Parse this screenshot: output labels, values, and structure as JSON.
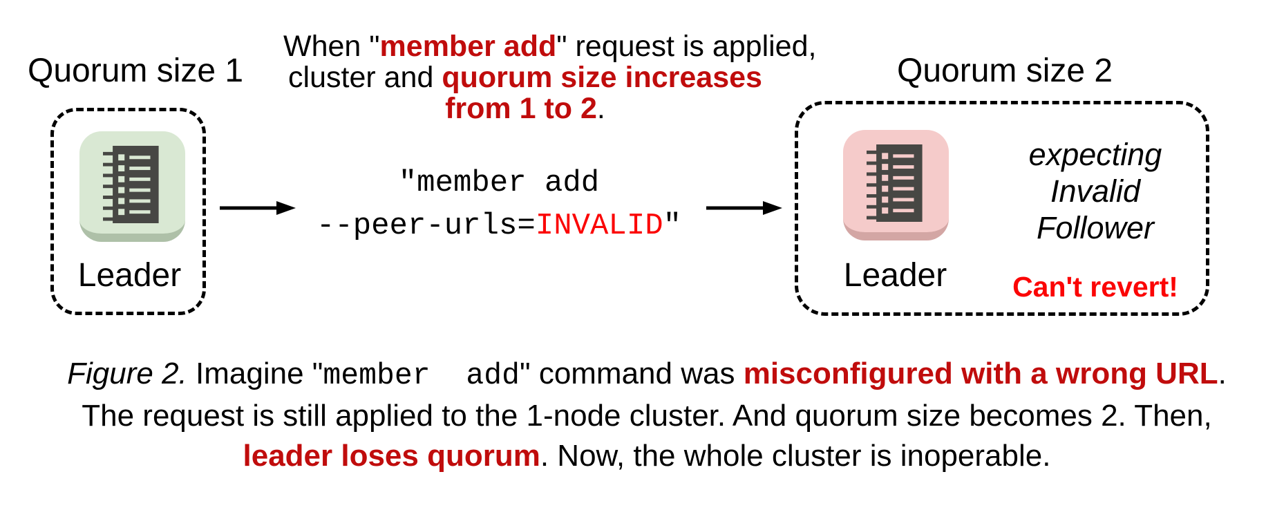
{
  "figure": {
    "left": {
      "heading": "Quorum size 1",
      "node_label": "Leader"
    },
    "annotation": {
      "l1a": "When \"",
      "l1b": "member add",
      "l1c": "\" request is applied,",
      "l2a": "cluster and ",
      "l2b": "quorum size increases",
      "l3a": "from 1 to 2",
      "l3b": "."
    },
    "command": {
      "line1": "\"member add",
      "line2a": "--peer-urls=",
      "line2b": "INVALID",
      "line2c": "\""
    },
    "right": {
      "heading": "Quorum size 2",
      "node_label": "Leader",
      "note1": "expecting",
      "note2": "Invalid",
      "note3": "Follower",
      "warning": "Can't revert!"
    },
    "caption": {
      "c1a": "Figure 2.",
      "c1b": " Imagine \"",
      "c1c": "member  add",
      "c1d": "\" command was ",
      "c1e": "misconfigured with a wrong URL",
      "c1f": ".",
      "c2": "The request is still applied to the 1-node cluster. And quorum size becomes 2. Then,",
      "c3a": "leader loses quorum",
      "c3b": ". Now, the whole cluster is inoperable."
    },
    "icons": {
      "left": "server-icon",
      "right": "server-icon"
    },
    "colors": {
      "ink": "#000000",
      "dark_red": "#c00c0c",
      "bright_red": "#fb0505",
      "green_bg": "#d9e8d3",
      "green_rim": "#aec0a8",
      "pink_bg": "#f5cbca",
      "pink_rim": "#d3a6a4",
      "server": "#474744"
    }
  }
}
